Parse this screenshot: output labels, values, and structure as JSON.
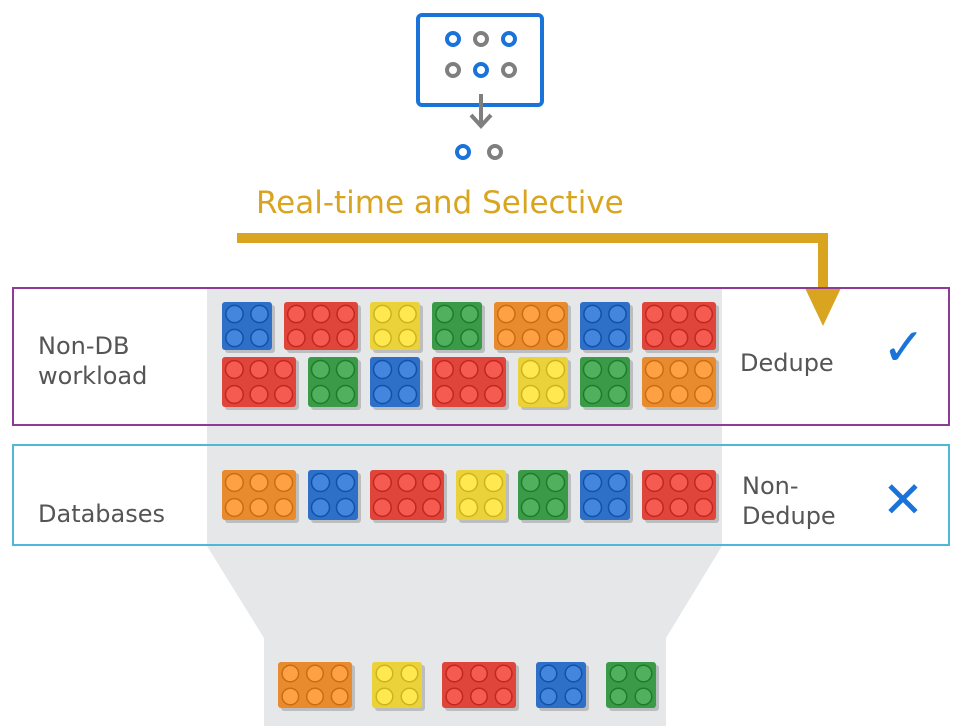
{
  "title": "Real-time and Selective",
  "icons": {
    "top": "dedupe-matrix-icon",
    "arrow": "flow-arrow-icon",
    "check": "checkmark-icon",
    "cross": "cross-icon"
  },
  "colors": {
    "title": "#D9A520",
    "arrow": "#D9A520",
    "nondb_border": "#8E3B98",
    "db_border": "#4FB8D8",
    "accent_blue": "#1A73D9",
    "funnel": "#E6E7E9",
    "brick_blue": "#2E6FC7",
    "brick_red": "#E0453B",
    "brick_yellow": "#EBD23A",
    "brick_green": "#3A9A48",
    "brick_orange": "#E88A2E"
  },
  "rows": {
    "nondb": {
      "label": "Non-DB\nworkload",
      "result": "Dedupe",
      "result_icon": "✓",
      "bricks_top": [
        "blue",
        "red",
        "yellow",
        "green",
        "orange",
        "blue",
        "red"
      ],
      "bricks_bottom": [
        "red",
        "green",
        "blue",
        "red",
        "yellow",
        "green",
        "orange"
      ]
    },
    "databases": {
      "label": "Databases",
      "result": "Non-\nDedupe",
      "result_icon": "✕",
      "bricks": [
        "orange",
        "blue",
        "red",
        "yellow",
        "green",
        "blue",
        "red"
      ]
    }
  },
  "output": {
    "bricks": [
      "orange",
      "yellow",
      "red",
      "blue",
      "green"
    ]
  }
}
